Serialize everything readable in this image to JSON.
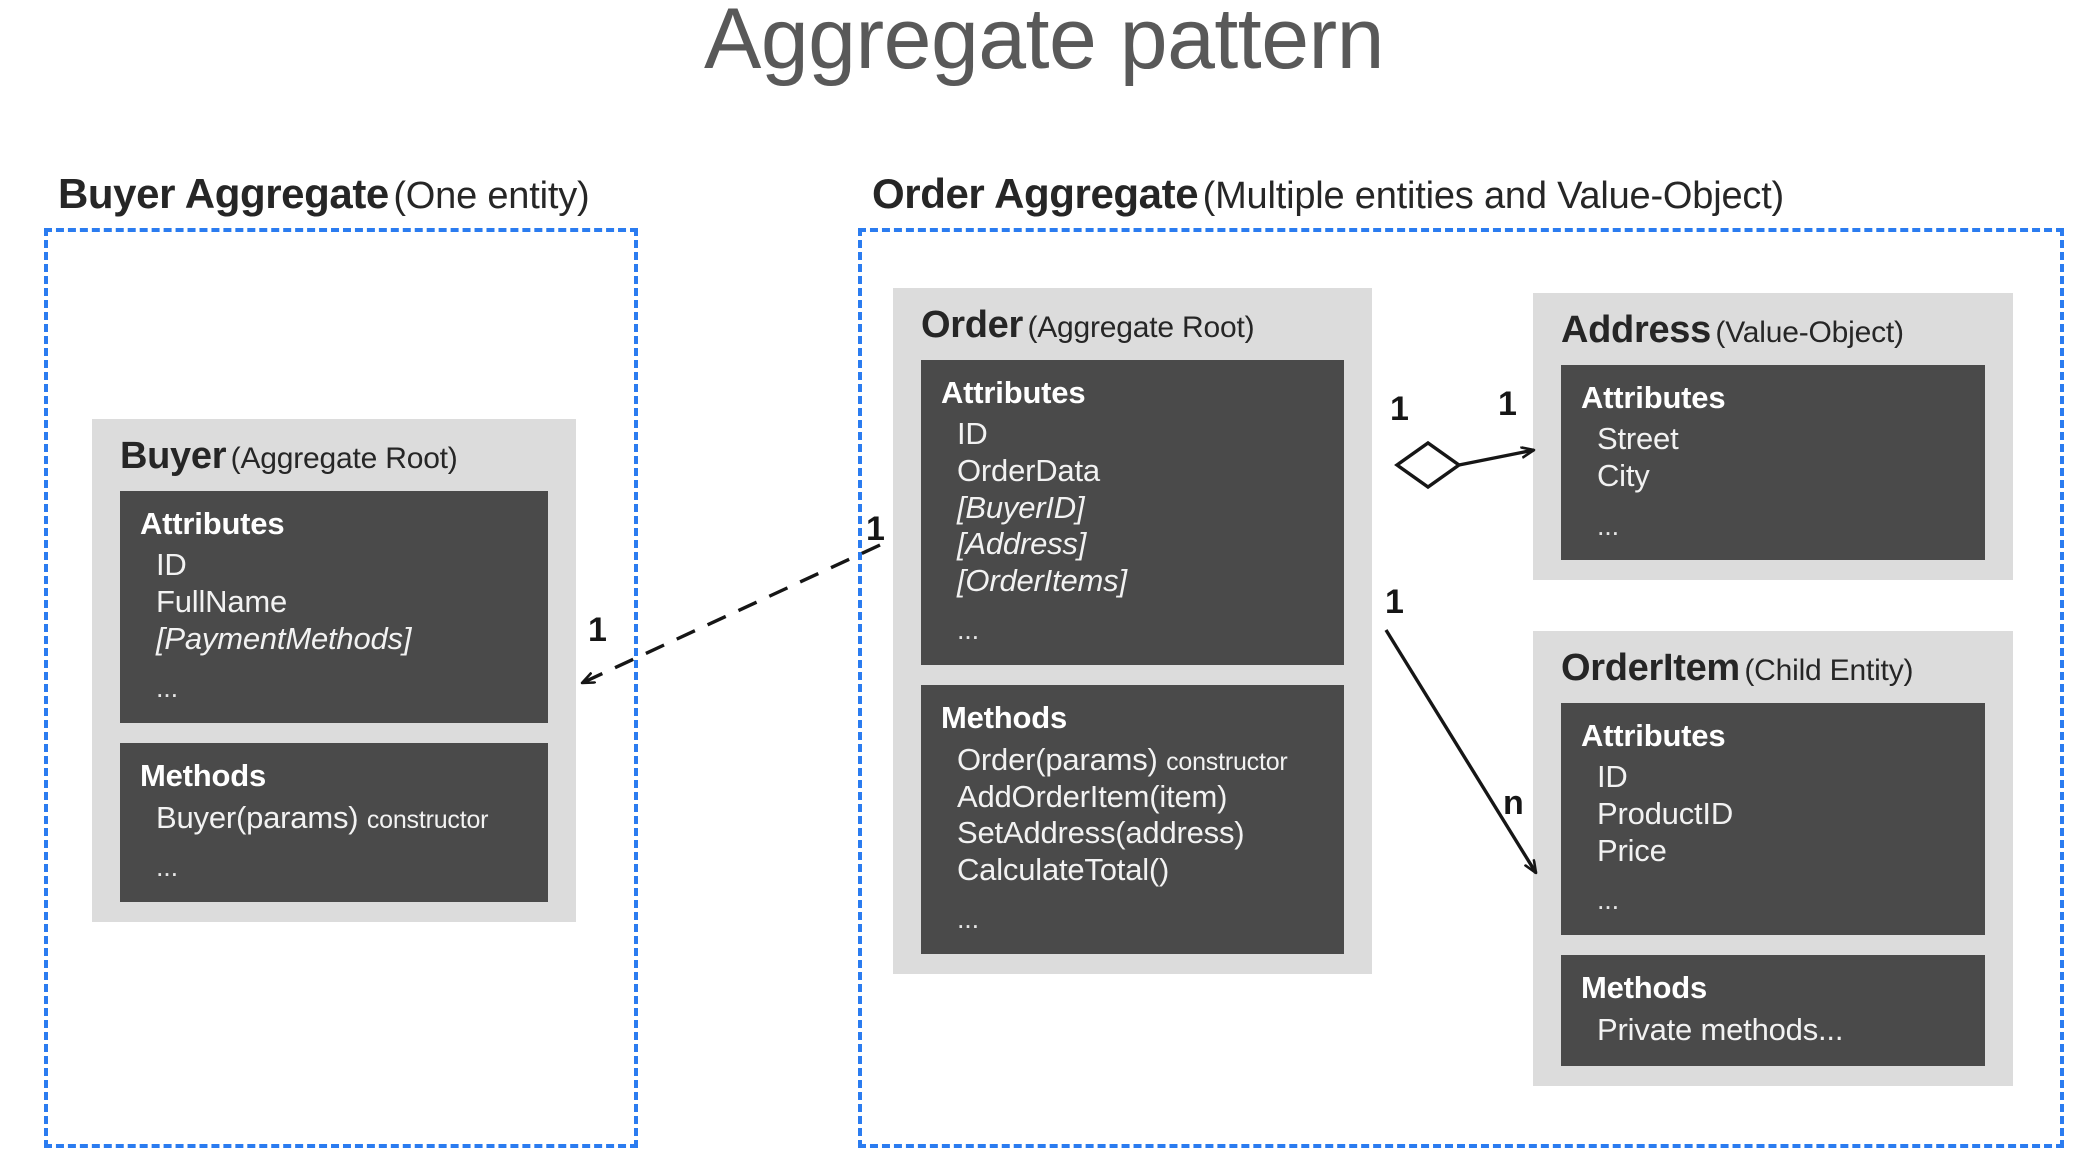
{
  "title": "Aggregate pattern",
  "theme": {
    "boundary_color": "#2b7cf0",
    "card_background": "#dcdcdc",
    "section_background": "#4a4a4a",
    "title_color": "#595959",
    "text_color": "#262626",
    "line_color": "#161616"
  },
  "aggregates": [
    {
      "name": "Buyer Aggregate",
      "subtitle": "(One entity)"
    },
    {
      "name": "Order Aggregate",
      "subtitle": "(Multiple entities and Value-Object)"
    }
  ],
  "entities": {
    "buyer": {
      "name": "Buyer",
      "stereotype": "(Aggregate Root)",
      "attributes_title": "Attributes",
      "attributes": [
        "ID",
        "FullName",
        "[PaymentMethods]",
        "..."
      ],
      "methods_title": "Methods",
      "methods": [
        "Buyer(params)",
        "constructor",
        "..."
      ]
    },
    "order": {
      "name": "Order",
      "stereotype": "(Aggregate Root)",
      "attributes_title": "Attributes",
      "attributes": [
        "ID",
        "OrderData",
        "[BuyerID]",
        "[Address]",
        "[OrderItems]",
        "..."
      ],
      "methods_title": "Methods",
      "methods": [
        "Order(params)",
        "constructor",
        "AddOrderItem(item)",
        "SetAddress(address)",
        "CalculateTotal()",
        "..."
      ]
    },
    "address": {
      "name": "Address",
      "stereotype": "(Value-Object)",
      "attributes_title": "Attributes",
      "attributes": [
        "Street",
        "City",
        "..."
      ]
    },
    "orderitem": {
      "name": "OrderItem",
      "stereotype": "(Child Entity)",
      "attributes_title": "Attributes",
      "attributes": [
        "ID",
        "ProductID",
        "Price",
        "..."
      ],
      "methods_title": "Methods",
      "methods": [
        "Private methods..."
      ]
    }
  },
  "relations": {
    "order_to_buyer": {
      "style": "dashed",
      "source_multiplicity": "1",
      "target_multiplicity": "1"
    },
    "order_to_address": {
      "style": "aggregation",
      "source_multiplicity": "1",
      "target_multiplicity": "1"
    },
    "order_to_orderitem": {
      "style": "association",
      "source_multiplicity": "1",
      "target_multiplicity": "n"
    }
  }
}
